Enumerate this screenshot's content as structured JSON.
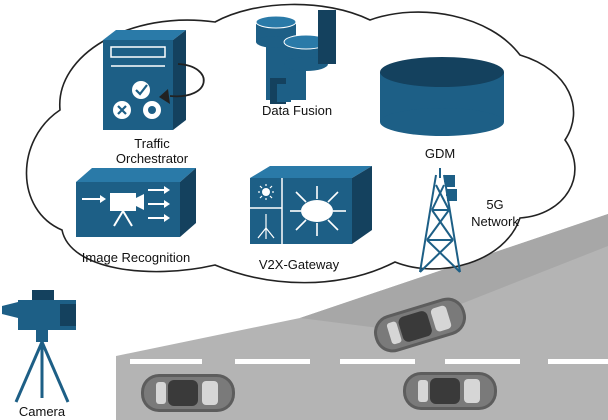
{
  "labels": {
    "traffic_orchestrator_line1": "Traffic",
    "traffic_orchestrator_line2": "Orchestrator",
    "data_fusion": "Data Fusion",
    "gdm": "GDM",
    "network_line1": "5G",
    "network_line2": "Network",
    "image_recognition": "Image Recognition",
    "v2x_gateway": "V2X-Gateway",
    "camera": "Camera"
  },
  "colors": {
    "device_blue": "#1d5f86",
    "device_dark": "#14415e",
    "cloud_fill": "#ffffff",
    "cloud_stroke": "#222222",
    "road": "#b4b4b4",
    "road_shadow": "#9a9a9a",
    "lane_mark": "#ffffff",
    "car": "#5a5a5a"
  },
  "icons": [
    "server-rack-icon",
    "database-stack-icon",
    "storage-cylinder-icon",
    "image-recognition-box-icon",
    "gateway-switch-icon",
    "cell-tower-icon",
    "camera-tripod-icon",
    "car-top-view-icon"
  ]
}
